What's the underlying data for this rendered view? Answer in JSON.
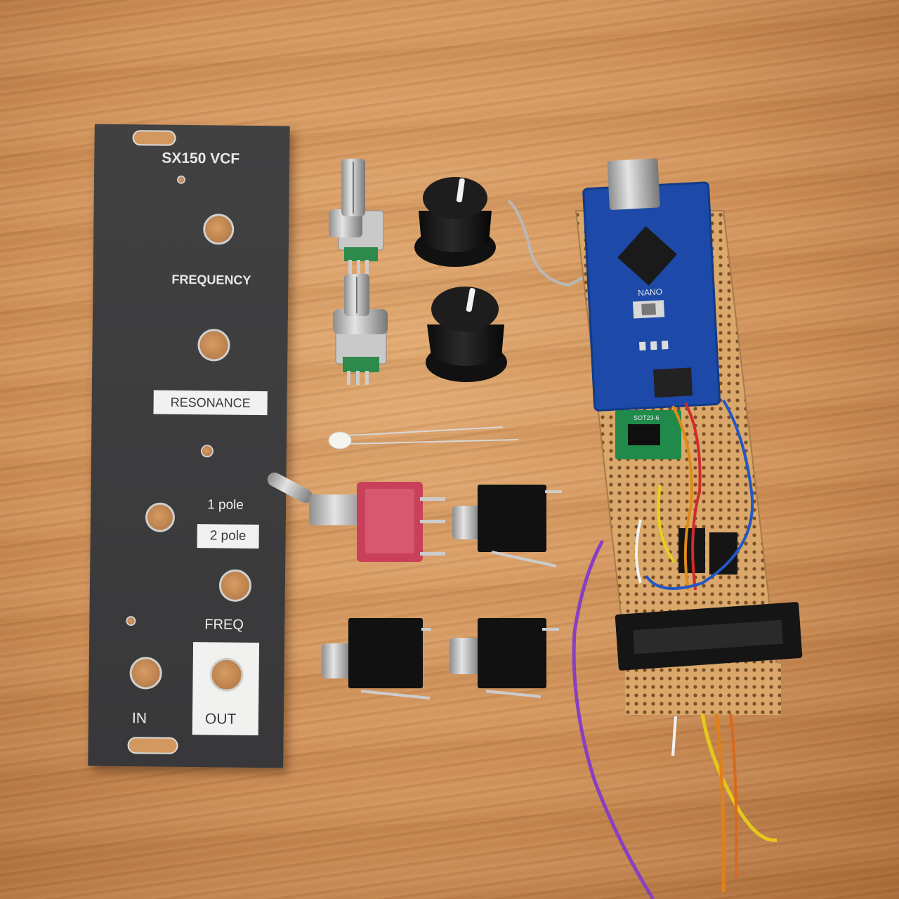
{
  "panel": {
    "title": "SX150 VCF",
    "label_frequency": "FREQUENCY",
    "label_resonance": "RESONANCE",
    "label_1pole": "1 pole",
    "label_2pole": "2 pole",
    "label_freq": "FREQ",
    "label_in": "IN",
    "label_out": "OUT"
  },
  "board": {
    "nano_label": "NANO",
    "chip_label": "SOT23-6"
  },
  "colors": {
    "panel": "#3b3b3d",
    "wood": "#cf9058",
    "nano_pcb": "#1d49a8",
    "stripboard": "#d9a86a",
    "toggle_body": "#c8405a",
    "breakout_pcb": "#1f8a4a"
  }
}
